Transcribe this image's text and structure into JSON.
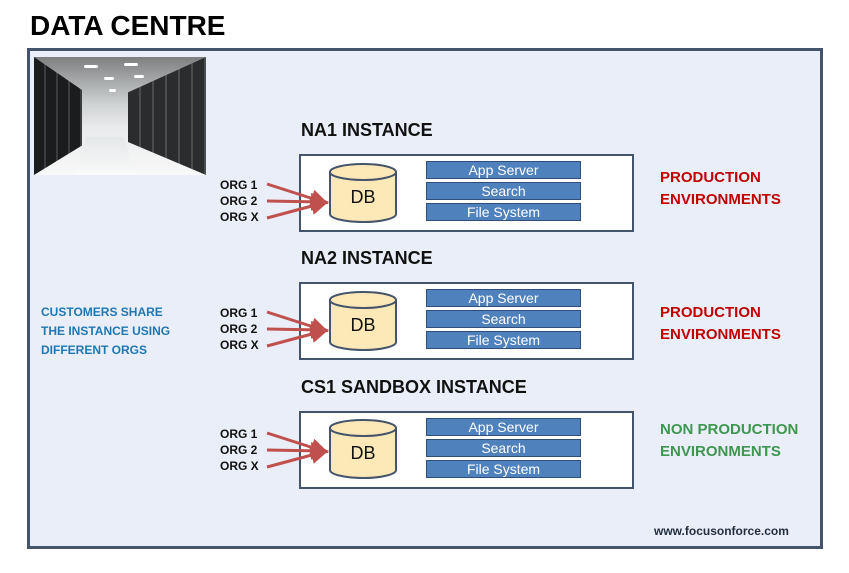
{
  "title": "DATA CENTRE",
  "photo_alt": "Server room photo",
  "note": [
    "CUSTOMERS SHARE",
    "THE INSTANCE USING",
    "DIFFERENT ORGS"
  ],
  "instances": [
    {
      "title": "NA1 INSTANCE",
      "orgs": [
        "ORG 1",
        "ORG 2",
        "ORG X"
      ],
      "db_label": "DB",
      "services": [
        "App Server",
        "Search",
        "File System"
      ],
      "environment": [
        "PRODUCTION",
        "ENVIRONMENTS"
      ],
      "env_color": "#c00000"
    },
    {
      "title": "NA2 INSTANCE",
      "orgs": [
        "ORG 1",
        "ORG 2",
        "ORG X"
      ],
      "db_label": "DB",
      "services": [
        "App Server",
        "Search",
        "File System"
      ],
      "environment": [
        "PRODUCTION",
        "ENVIRONMENTS"
      ],
      "env_color": "#c00000"
    },
    {
      "title": "CS1 SANDBOX INSTANCE",
      "orgs": [
        "ORG 1",
        "ORG 2",
        "ORG X"
      ],
      "db_label": "DB",
      "services": [
        "App Server",
        "Search",
        "File System"
      ],
      "environment": [
        "NON PRODUCTION",
        "ENVIRONMENTS"
      ],
      "env_color": "#3e9651"
    }
  ],
  "colors": {
    "frame_border": "#44546a",
    "frame_fill": "#e9eef8",
    "service_fill": "#4f81bd",
    "db_fill": "#fde9b8",
    "arrow": "#c0504d"
  },
  "footer_url": "www.focusonforce.com"
}
